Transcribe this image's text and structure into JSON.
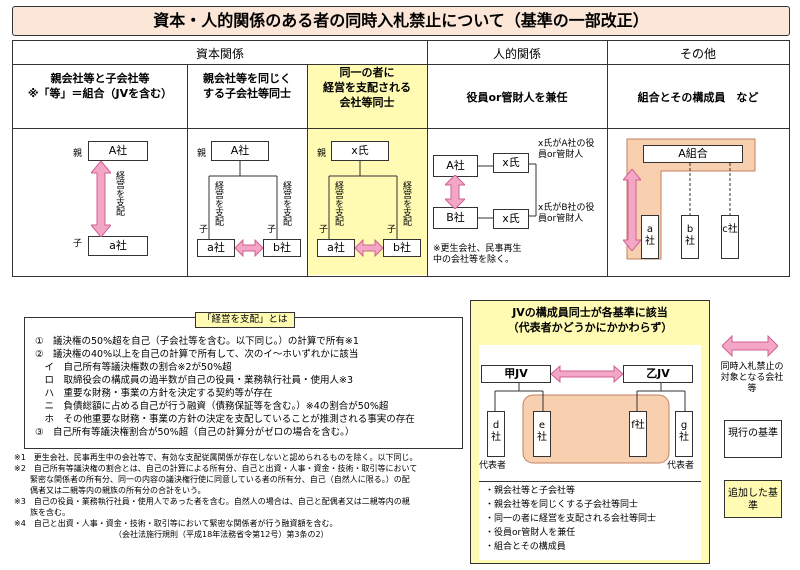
{
  "title": "資本・人的関係のある者の同時入札禁止について（基準の一部改正）",
  "headers": {
    "capital": "資本関係",
    "personal": "人的関係",
    "other": "その他"
  },
  "columns": {
    "c1": "親会社等と子会社等\n※「等」＝組合（JVを含む）",
    "c2": "親会社等を同じく\nする子会社等同士",
    "c3": "同一の者に\n経営を支配される\n会社等同士",
    "c4": "役員or管財人を兼任",
    "c5": "組合とその構成員　など"
  },
  "diagram": {
    "parent_label": "親",
    "child_label": "子",
    "a_co": "A社",
    "a_sha": "a社",
    "b_sha": "b社",
    "x_shi": "x氏",
    "control": "経営を支配",
    "big_a": "A社",
    "big_b": "B社",
    "x_note_a": "x氏がA社の役員or管財人",
    "x_note_b": "x氏がB社の役員or管財人",
    "reorg_note": "※更生会社、民事再生中の会社等を除く。",
    "a_kumiai": "A組合",
    "members": [
      "a社",
      "b社",
      "c社"
    ]
  },
  "control_def": {
    "heading": "「経営を支配」とは",
    "lines": [
      "①　議決権の50%超を自己（子会社等を含む。以下同じ。）の計算で所有※1",
      "②　議決権の40%以上を自己の計算で所有して、次のイ～ホいずれかに該当",
      "　イ　自己所有等議決権数の割合※2が50%超",
      "　ロ　取締役会の構成員の過半数が自己の役員・業務執行社員・使用人※3",
      "　ハ　重要な財務・事業の方針を決定する契約等が存在",
      "　ニ　負債総額に占める自己が行う融資（債務保証等を含む。）※4の割合が50%超",
      "　ホ　その他重要な財務・事業の方針の決定を支配していることが推測される事実の存在",
      "③　自己所有等議決権割合が50%超（自己の計算分がゼロの場合を含む。）"
    ]
  },
  "footnotes": [
    "※1　更生会社、民事再生中の会社等で、有効な支配従属関係が存在しないと認められるものを除く。以下同じ。",
    "※2　自己所有等議決権の割合とは、自己の計算による所有分、自己と出資・人事・資金・技術・取引等において",
    "　　緊密な関係者の所有分、同一の内容の議決権行使に同意している者の所有分、自己（自然人に限る。）の配",
    "　　偶者又は二親等内の親族の所有分の合計をいう。",
    "※3　自己の役員・業務執行社員・使用人であった者を含む。自然人の場合は、自己と配偶者又は二親等内の親",
    "　　族を含む。",
    "※4　自己と出資・人事・資金・技術・取引等において緊密な関係者が行う融資額を含む。",
    "　　　　　　　　　　　　　（会社法施行規則（平成18年法務省令第12号）第3条の2）"
  ],
  "jv": {
    "title": "JVの構成員同士が各基準に該当\n（代表者かどうかにかかわらず）",
    "kou": "甲JV",
    "otsu": "乙JV",
    "members": [
      "d社",
      "e社",
      "f社",
      "g社"
    ],
    "rep": "代表者",
    "list": [
      "・親会社等と子会社等",
      "・親会社等を同じくする子会社等同士",
      "・同一の者に経営を支配される会社等同士",
      "・役員or管財人を兼任",
      "・組合とその構成員"
    ]
  },
  "legend": {
    "arrow": "同時入札禁止の対象となる会社等",
    "current": "現行の基準",
    "added": "追加した基準"
  },
  "colors": {
    "pink": "#f4a6c7",
    "peach": "#f8d0b0",
    "yellow": "#fffbb3",
    "title_bg": "#fbe6d8"
  }
}
